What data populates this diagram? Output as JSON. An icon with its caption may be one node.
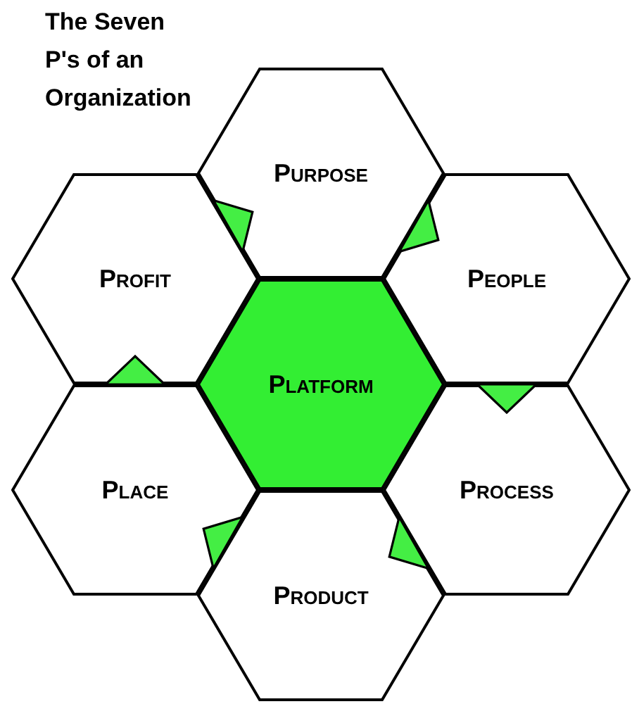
{
  "diagram": {
    "title": "The Seven P's of an Organization",
    "nodes": [
      {
        "text": [
          "Purpose"
        ]
      },
      {
        "text": [
          "Profit"
        ]
      },
      {
        "text": [
          "People"
        ]
      },
      {
        "text": [
          "Platform"
        ]
      },
      {
        "text": [
          "Place"
        ]
      },
      {
        "text": [
          "Process"
        ]
      },
      {
        "text": [
          "Product"
        ]
      }
    ],
    "edges": [
      {
        "from": 1,
        "to": 0,
        "arrow": "to"
      },
      {
        "from": 0,
        "to": 2,
        "arrow": "to"
      },
      {
        "from": 2,
        "to": 5,
        "arrow": "to"
      },
      {
        "from": 5,
        "to": 6,
        "arrow": "to"
      },
      {
        "from": 6,
        "to": 4,
        "arrow": "to"
      },
      {
        "from": 4,
        "to": 1,
        "arrow": "to"
      }
    ]
  }
}
